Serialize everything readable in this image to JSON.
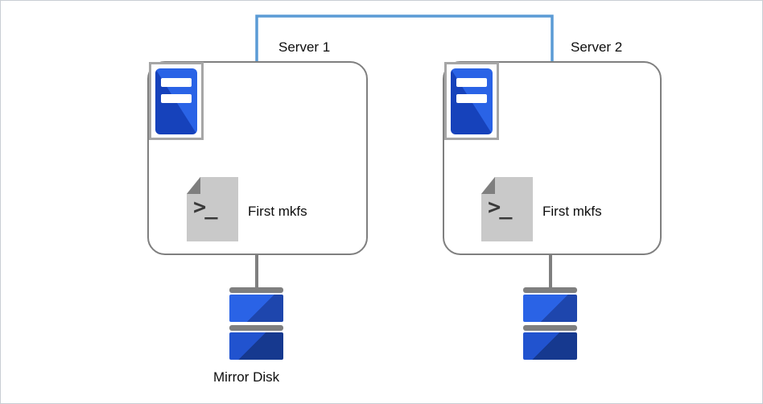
{
  "servers": [
    {
      "label": "Server 1",
      "script_label": "First mkfs"
    },
    {
      "label": "Server 2",
      "script_label": "First mkfs"
    }
  ],
  "disk_label": "Mirror Disk",
  "icons": {
    "prompt_glyph": ">_"
  },
  "colors": {
    "connector": "#5b9bd5",
    "box_border": "#7f7f7f",
    "icon_frame": "#a6a6a6",
    "server_icon_dark": "#1642bb",
    "server_icon_light": "#2a63e6",
    "page": "#c9c9c9",
    "fold": "#7f7f7f",
    "prompt": "#3a3a3a",
    "disk_cap": "#7f7f7f",
    "disk_light": "#2a63e6",
    "disk_dark": "#1e46ad",
    "disk_light2": "#2153cf",
    "disk_dark2": "#16398f"
  }
}
